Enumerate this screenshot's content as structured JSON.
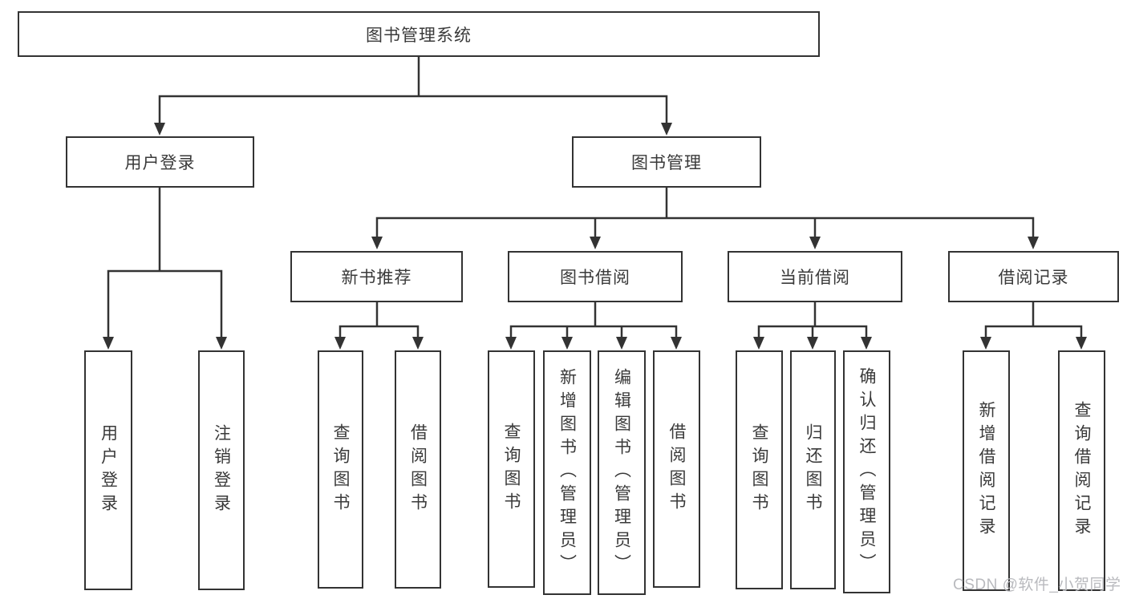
{
  "diagram": {
    "root": {
      "label": "图书管理系统"
    },
    "level2": {
      "user_login": {
        "label": "用户登录"
      },
      "book_management": {
        "label": "图书管理"
      }
    },
    "level3": {
      "new_book_recommend": {
        "label": "新书推荐"
      },
      "book_borrow": {
        "label": "图书借阅"
      },
      "current_borrow": {
        "label": "当前借阅"
      },
      "borrow_records": {
        "label": "借阅记录"
      }
    },
    "leaves": {
      "user_login": {
        "label": "用户登录"
      },
      "logout": {
        "label": "注销登录"
      },
      "rec_query_books": {
        "label": "查询图书"
      },
      "rec_borrow_books": {
        "label": "借阅图书"
      },
      "borrow_query_books": {
        "label": "查询图书"
      },
      "borrow_add_books": {
        "label": "新增图书（管理员）"
      },
      "borrow_edit_books": {
        "label": "编辑图书（管理员）"
      },
      "borrow_borrow_books": {
        "label": "借阅图书"
      },
      "current_query_books": {
        "label": "查询图书"
      },
      "current_return_books": {
        "label": "归还图书"
      },
      "current_confirm_return": {
        "label": "确认归还（管理员）"
      },
      "records_add_record": {
        "label": "新增借阅记录"
      },
      "records_query_record": {
        "label": "查询借阅记录"
      }
    }
  },
  "watermark": {
    "text": "CSDN @软件_小贺同学"
  },
  "colors": {
    "line": "#333333",
    "box_border": "#333333",
    "box_fill": "#ffffff",
    "text": "#3a3a3a",
    "watermark": "#b9babe"
  }
}
